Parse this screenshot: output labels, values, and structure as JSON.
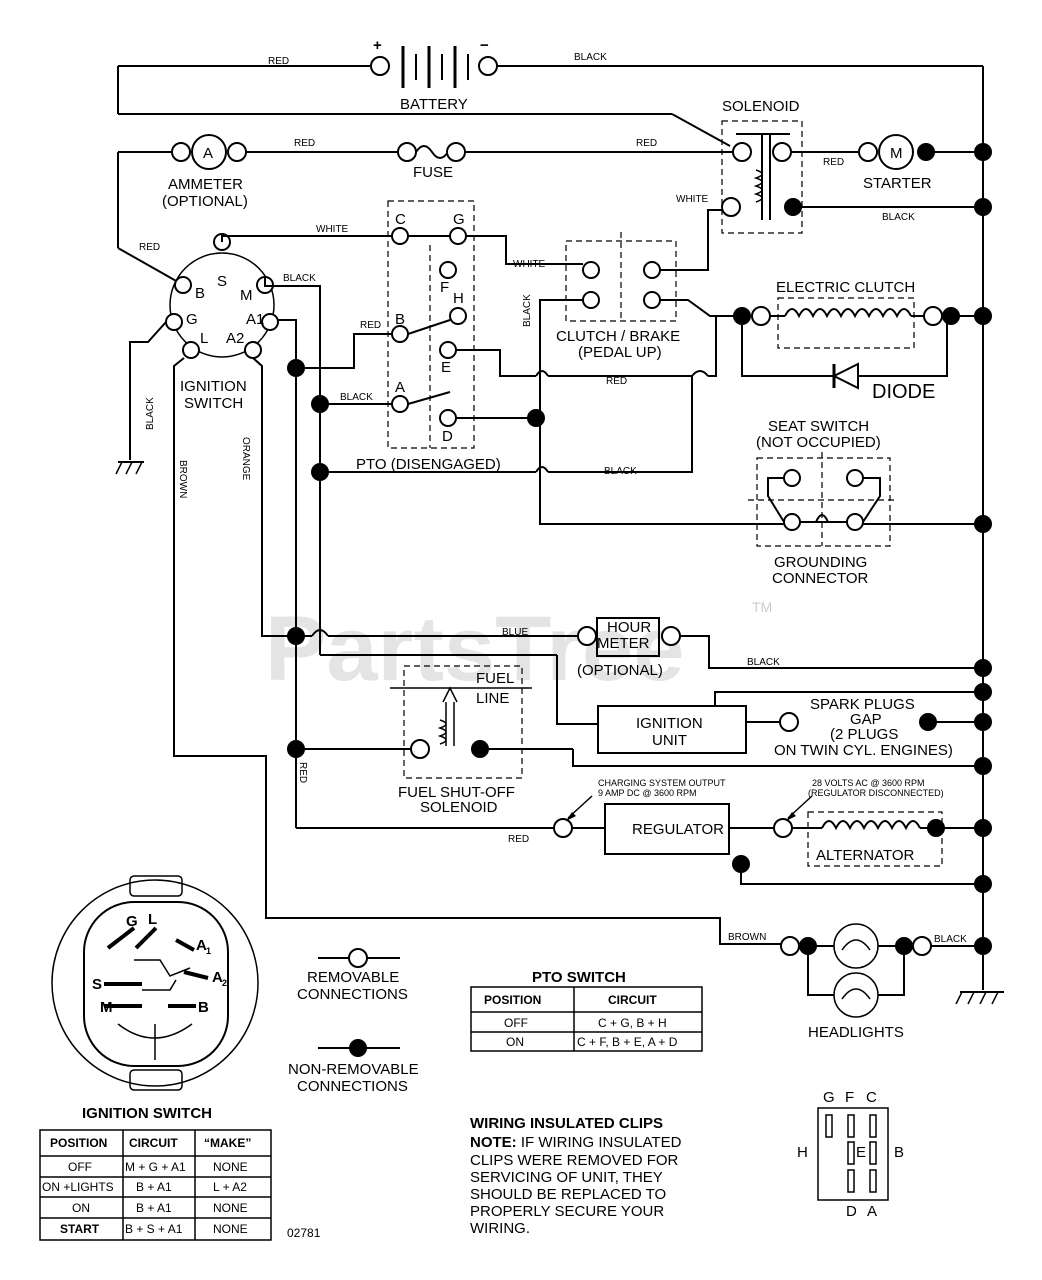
{
  "watermark": {
    "text": "PartsTree",
    "tm": "TM"
  },
  "battery": {
    "label": "BATTERY",
    "plus": "+",
    "minus": "−"
  },
  "solenoid": {
    "label": "SOLENOID"
  },
  "ammeter": {
    "label": "AMMETER",
    "sublabel": "(OPTIONAL)",
    "symbol": "A"
  },
  "fuse": {
    "label": "FUSE"
  },
  "starter": {
    "label": "STARTER",
    "symbol": "M"
  },
  "ignition_switch": {
    "label": "IGNITION",
    "label2": "SWITCH",
    "terminals": {
      "S": "S",
      "B": "B",
      "M": "M",
      "G": "G",
      "L": "L",
      "A1": "A1",
      "A2": "A2"
    }
  },
  "pto": {
    "label": "PTO (DISENGAGED)",
    "terminals": {
      "C": "C",
      "G": "G",
      "F": "F",
      "H": "H",
      "B": "B",
      "E": "E",
      "A": "A",
      "D": "D"
    }
  },
  "clutch_brake": {
    "label": "CLUTCH / BRAKE",
    "sublabel": "(PEDAL UP)"
  },
  "electric_clutch": {
    "label": "ELECTRIC CLUTCH"
  },
  "diode": {
    "label": "DIODE"
  },
  "seat_switch": {
    "label": "SEAT SWITCH",
    "sublabel": "(NOT OCCUPIED)",
    "ground1": "GROUNDING",
    "ground2": "CONNECTOR"
  },
  "hour_meter": {
    "label1": "HOUR",
    "label2": "METER",
    "sublabel": "(OPTIONAL)"
  },
  "fuel": {
    "label1": "FUEL",
    "label2": "LINE",
    "sol1": "FUEL SHUT-OFF",
    "sol2": "SOLENOID"
  },
  "ignition_unit": {
    "label1": "IGNITION",
    "label2": "UNIT"
  },
  "spark": {
    "l1": "SPARK PLUGS",
    "l2": "GAP",
    "l3": "(2 PLUGS",
    "l4": "ON TWIN CYL. ENGINES)"
  },
  "regulator": {
    "label": "REGULATOR",
    "note1": "CHARGING SYSTEM OUTPUT",
    "note2": "9 AMP DC @ 3600 RPM",
    "note3": "28 VOLTS AC @ 3600 RPM",
    "note4": "(REGULATOR DISCONNECTED)"
  },
  "alternator": {
    "label": "ALTERNATOR"
  },
  "headlights": {
    "label": "HEADLIGHTS"
  },
  "wires": {
    "red": "RED",
    "black": "BLACK",
    "white": "WHITE",
    "blue": "BLUE",
    "brown": "BROWN",
    "orange": "ORANGE"
  },
  "legend": {
    "removable1": "REMOVABLE",
    "removable2": "CONNECTIONS",
    "nonremovable1": "NON-REMOVABLE",
    "nonremovable2": "CONNECTIONS"
  },
  "pto_table": {
    "title": "PTO SWITCH",
    "headers": [
      "POSITION",
      "CIRCUIT"
    ],
    "rows": [
      [
        "OFF",
        "C + G, B + H"
      ],
      [
        "ON",
        "C + F, B + E, A + D"
      ]
    ]
  },
  "ign_table": {
    "title": "IGNITION SWITCH",
    "headers": [
      "POSITION",
      "CIRCUIT",
      "“MAKE”"
    ],
    "rows": [
      [
        "OFF",
        "M + G + A1",
        "NONE"
      ],
      [
        "ON +LIGHTS",
        "B + A1",
        "L + A2"
      ],
      [
        "ON",
        "B + A1",
        "NONE"
      ],
      [
        "START",
        "B + S + A1",
        "NONE"
      ]
    ]
  },
  "ign_diagram": {
    "G": "G",
    "L": "L",
    "A1": "A",
    "A1sub": "1",
    "A2": "A",
    "A2sub": "2",
    "S": "S",
    "M": "M",
    "B": "B"
  },
  "note": {
    "title": "WIRING INSULATED CLIPS",
    "lead": "NOTE:",
    "line1": " IF WIRING INSULATED",
    "line2": "CLIPS WERE REMOVED FOR",
    "line3": "SERVICING OF UNIT, THEY",
    "line4": "SHOULD BE REPLACED TO",
    "line5": "PROPERLY SECURE YOUR",
    "line6": "WIRING."
  },
  "pto_pinout": {
    "G": "G",
    "F": "F",
    "C": "C",
    "H": "H",
    "E": "E",
    "B": "B",
    "D": "D",
    "A": "A"
  },
  "part_number": "02781"
}
